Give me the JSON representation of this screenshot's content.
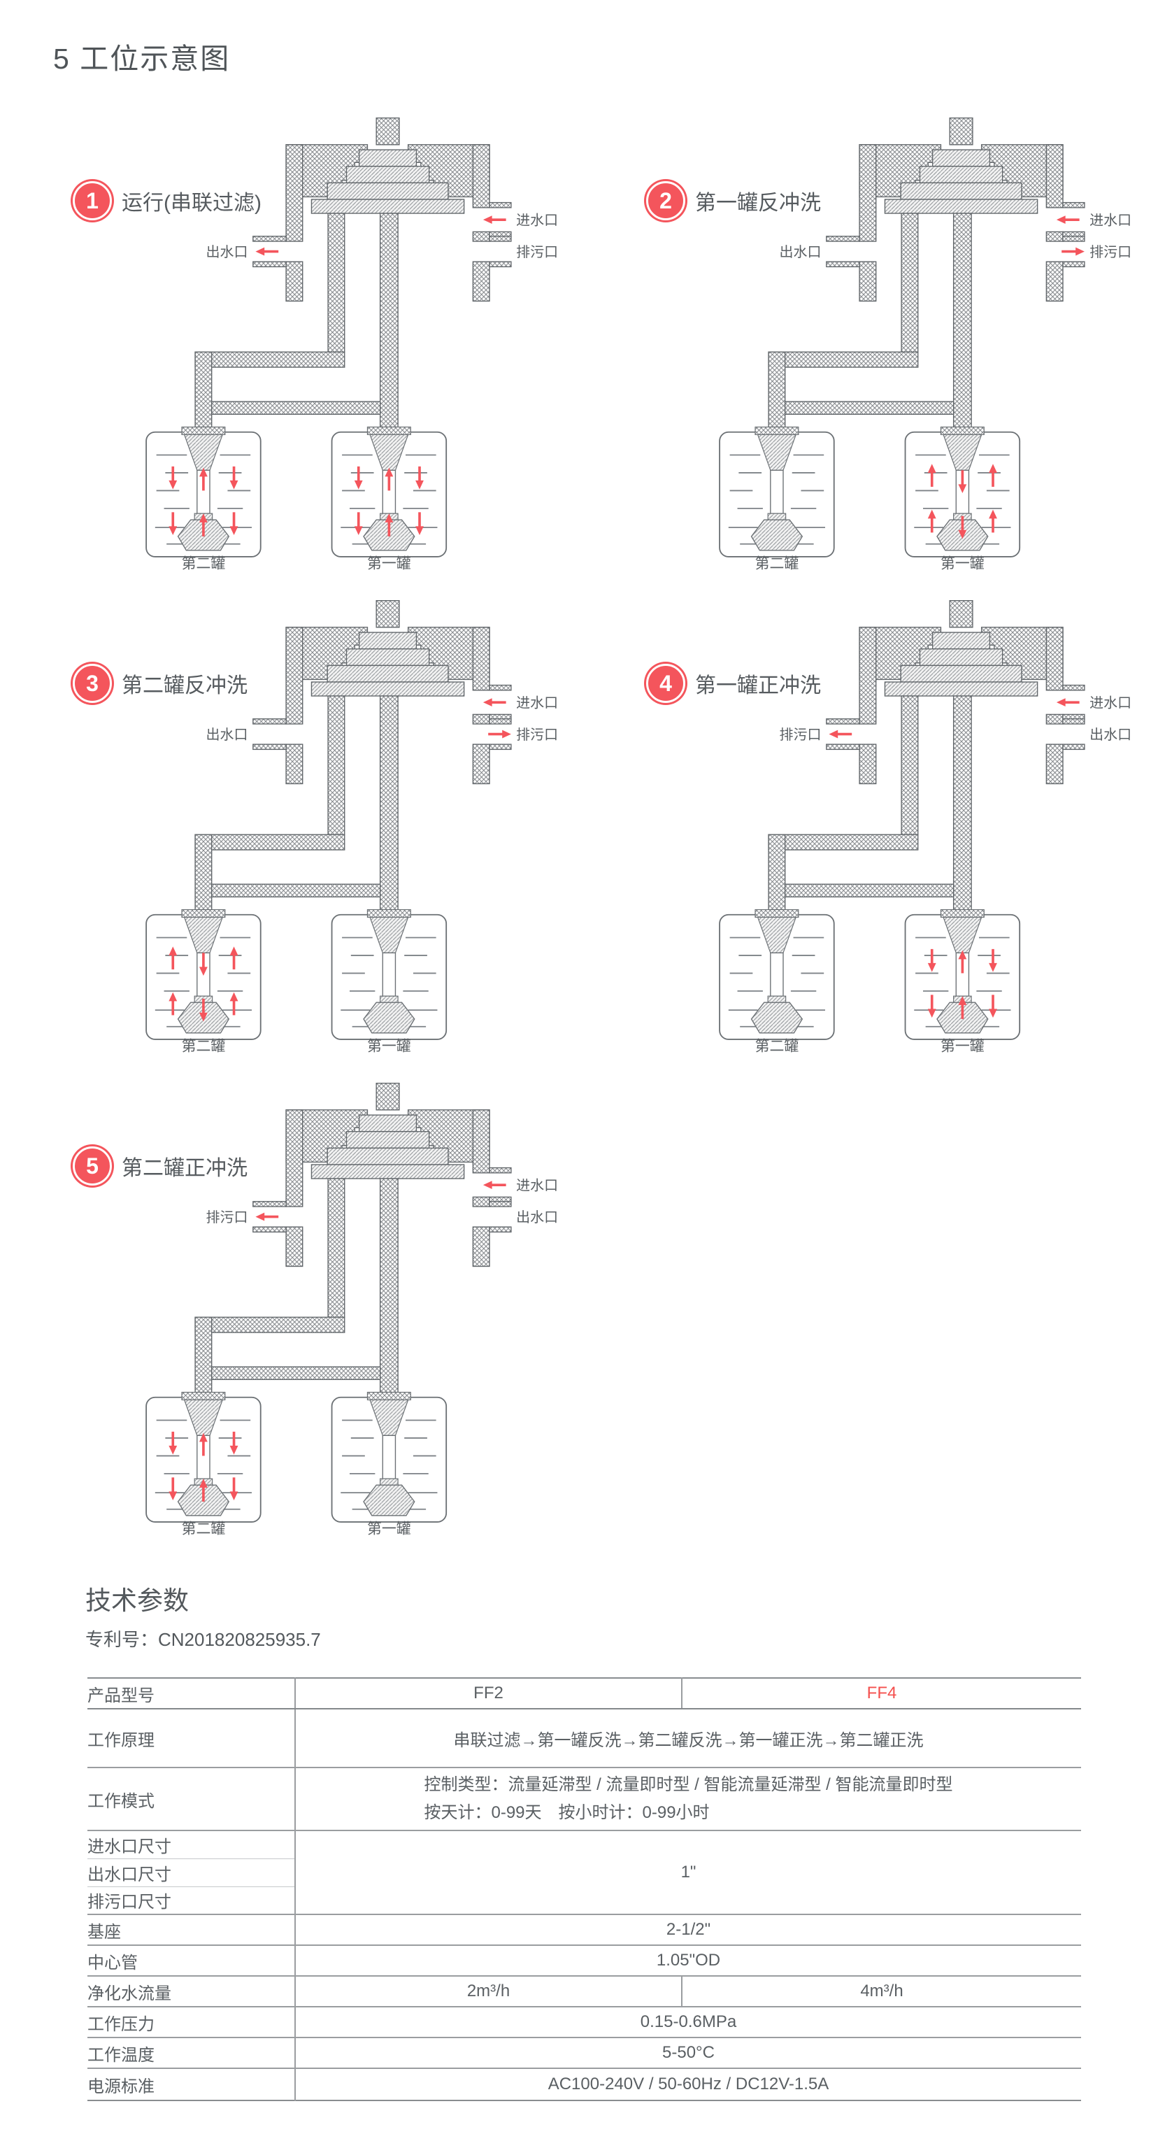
{
  "page": {
    "title": "5 工位示意图"
  },
  "colors": {
    "accent_red": "#f4555c",
    "line_gray": "#61666a"
  },
  "diagrams": [
    {
      "num": "1",
      "title": "运行(串联过滤)",
      "ports": {
        "left": {
          "label": "出水口",
          "arrow": "out"
        },
        "right_top": {
          "label": "进水口",
          "arrow": "in"
        },
        "right_bottom": {
          "label": "排污口",
          "arrow": "none"
        }
      },
      "tanks": {
        "left": {
          "label": "第二罐",
          "mode": "service"
        },
        "right": {
          "label": "第一罐",
          "mode": "service"
        }
      }
    },
    {
      "num": "2",
      "title": "第一罐反冲洗",
      "ports": {
        "left": {
          "label": "出水口",
          "arrow": "none"
        },
        "right_top": {
          "label": "进水口",
          "arrow": "in"
        },
        "right_bottom": {
          "label": "排污口",
          "arrow": "out"
        }
      },
      "tanks": {
        "left": {
          "label": "第二罐",
          "mode": "idle"
        },
        "right": {
          "label": "第一罐",
          "mode": "backwash"
        }
      }
    },
    {
      "num": "3",
      "title": "第二罐反冲洗",
      "ports": {
        "left": {
          "label": "出水口",
          "arrow": "none"
        },
        "right_top": {
          "label": "进水口",
          "arrow": "in"
        },
        "right_bottom": {
          "label": "排污口",
          "arrow": "out"
        }
      },
      "tanks": {
        "left": {
          "label": "第二罐",
          "mode": "backwash"
        },
        "right": {
          "label": "第一罐",
          "mode": "idle"
        }
      }
    },
    {
      "num": "4",
      "title": "第一罐正冲洗",
      "ports": {
        "left": {
          "label": "排污口",
          "arrow": "out"
        },
        "right_top": {
          "label": "进水口",
          "arrow": "in"
        },
        "right_bottom": {
          "label": "出水口",
          "arrow": "none"
        }
      },
      "tanks": {
        "left": {
          "label": "第二罐",
          "mode": "idle"
        },
        "right": {
          "label": "第一罐",
          "mode": "service"
        }
      }
    },
    {
      "num": "5",
      "title": "第二罐正冲洗",
      "ports": {
        "left": {
          "label": "排污口",
          "arrow": "out"
        },
        "right_top": {
          "label": "进水口",
          "arrow": "in"
        },
        "right_bottom": {
          "label": "出水口",
          "arrow": "none"
        }
      },
      "tanks": {
        "left": {
          "label": "第二罐",
          "mode": "service"
        },
        "right": {
          "label": "第一罐",
          "mode": "idle"
        }
      }
    }
  ],
  "tech": {
    "heading": "技术参数",
    "patent": "专利号：CN201820825935.7",
    "table": {
      "header": {
        "label": "产品型号",
        "ff2": "FF2",
        "ff4": "FF4"
      },
      "principle": {
        "label": "工作原理",
        "value": "串联过滤→第一罐反洗→第二罐反洗→第一罐正洗→第二罐正洗"
      },
      "mode": {
        "label": "工作模式",
        "line1": "控制类型：流量延滞型 / 流量即时型 / 智能流量延滞型 / 智能流量即时型",
        "line2": "按天计：0-99天　按小时计：0-99小时"
      },
      "inlet_size": {
        "label": "进水口尺寸"
      },
      "outlet_size": {
        "label": "出水口尺寸"
      },
      "drain_size": {
        "label": "排污口尺寸"
      },
      "port_size_value": "1\"",
      "base": {
        "label": "基座",
        "value": "2-1/2\""
      },
      "center_tube": {
        "label": "中心管",
        "value": "1.05\"OD"
      },
      "flow": {
        "label": "净化水流量",
        "ff2": "2m³/h",
        "ff4": "4m³/h"
      },
      "pressure": {
        "label": "工作压力",
        "value": "0.15-0.6MPa"
      },
      "temperature": {
        "label": "工作温度",
        "value": "5-50°C"
      },
      "power": {
        "label": "电源标准",
        "value": "AC100-240V / 50-60Hz / DC12V-1.5A"
      }
    }
  }
}
